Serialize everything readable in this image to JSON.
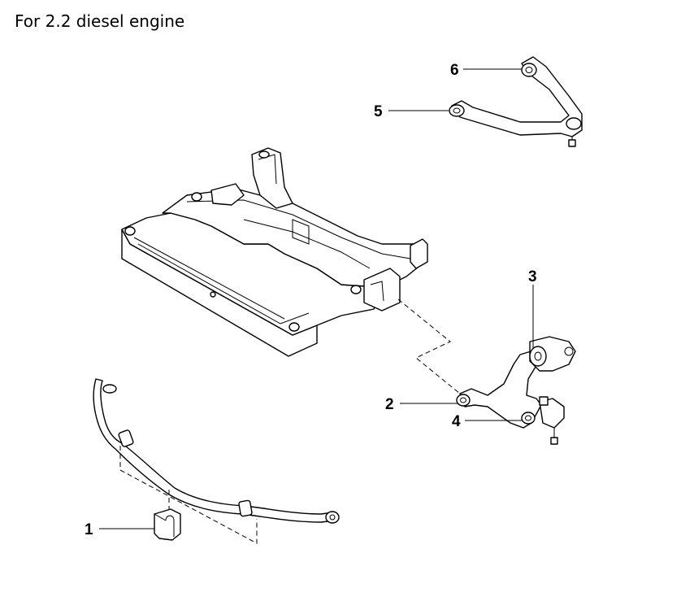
{
  "title": "For 2.2 diesel engine",
  "callouts": [
    {
      "label": "1",
      "part": "stabilizer-bushing"
    },
    {
      "label": "2",
      "part": "lower-arm-front-bushing"
    },
    {
      "label": "3",
      "part": "lower-arm-rear-bushing"
    },
    {
      "label": "4",
      "part": "lower-arm-ball-joint-bushing"
    },
    {
      "label": "5",
      "part": "upper-arm-front-bushing"
    },
    {
      "label": "6",
      "part": "upper-arm-rear-bushing"
    }
  ]
}
